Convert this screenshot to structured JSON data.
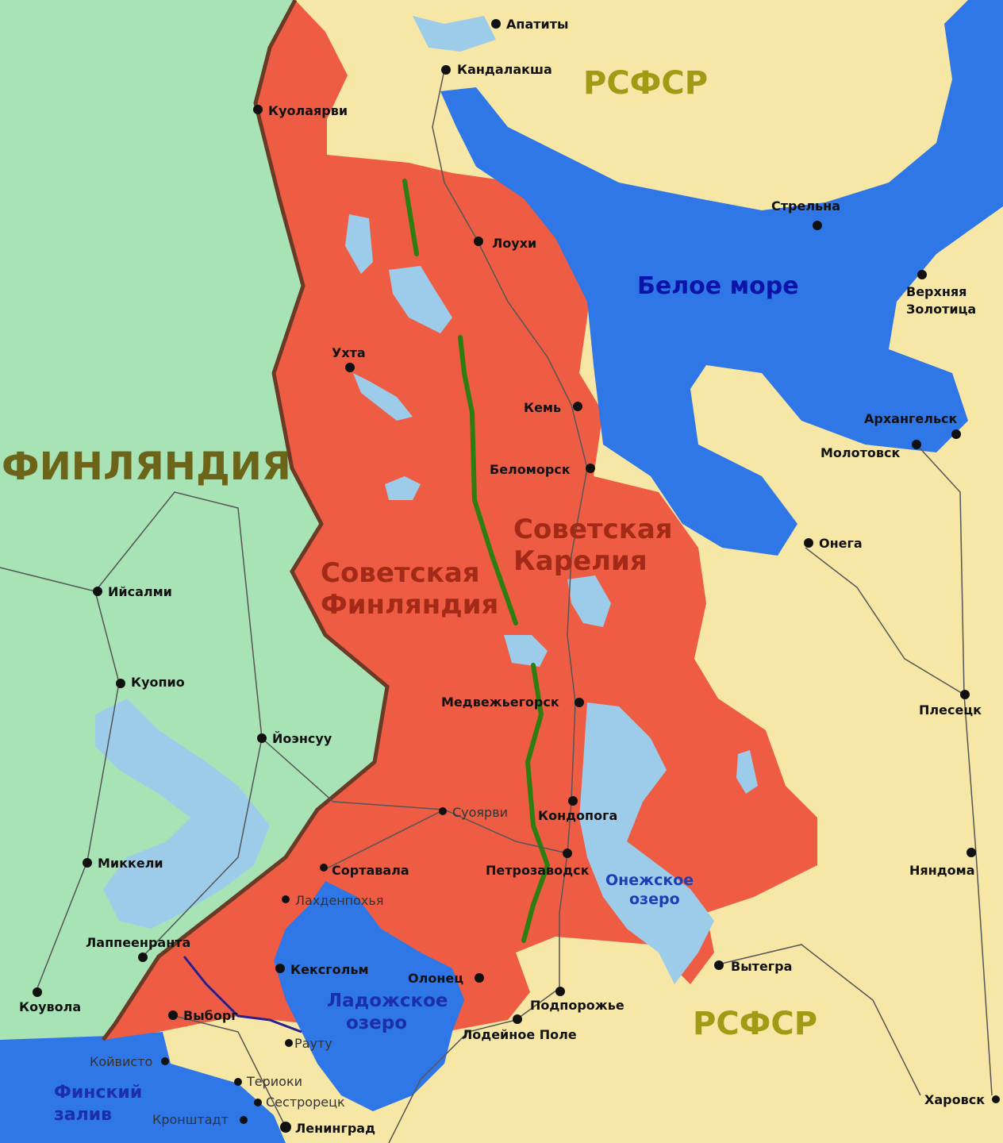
{
  "colors": {
    "land_rsfsr": "#f6e7a7",
    "land_finland": "#a8e3b6",
    "land_soviet_finland": "#ee5c43",
    "sea": "#2f76e6",
    "lake": "#9dccea",
    "border": "#6b3a26",
    "green_line": "#2e7d10",
    "blue_line": "#2a1f8e",
    "roads": "#555555"
  },
  "regions": {
    "rsfsr_north": "РСФСР",
    "rsfsr_south": "РСФСР",
    "finland": "ФИНЛЯНДИЯ",
    "soviet_finland": [
      "Советская",
      "Финляндия"
    ],
    "soviet_karelia": [
      "Советская",
      "Карелия"
    ]
  },
  "water": {
    "white_sea": "Белое море",
    "onega_lake": [
      "Онежское",
      "озеро"
    ],
    "ladoga_lake": [
      "Ладожское",
      "озеро"
    ],
    "gulf_of_finland": [
      "Финский",
      "залив"
    ]
  },
  "cities": {
    "apatity": "Апатиты",
    "kandalaksha": "Кандалакша",
    "kuolajarvi": "Куолаярви",
    "strelna": "Стрельна",
    "louhi": "Лоухи",
    "verkhnyaya_zolotitsa": [
      "Верхняя",
      "Золотица"
    ],
    "ukhta": "Ухта",
    "kem": "Кемь",
    "arkhangelsk": "Архангельск",
    "molotovsk": "Молотовск",
    "belomorsk": "Беломорск",
    "onega": "Онега",
    "iisalmi": "Ийсалми",
    "kuopio": "Куопио",
    "medvezhyegorsk": "Медвежьегорск",
    "plesetsk": "Плесецк",
    "joensuu": "Йоэнсуу",
    "suojarvi": "Суоярви",
    "kondopoga": "Кондопога",
    "mikkeli": "Миккели",
    "sortavala": "Сортавала",
    "petrozavodsk": "Петрозаводск",
    "nyandoma": "Няндома",
    "lakhdenpokhya": "Лахденпохья",
    "lappeenranta": "Лаппеенранта",
    "keksgolm": "Кексгольм",
    "olonets": "Олонец",
    "vytegra": "Вытегра",
    "kouvola": "Коувола",
    "vyborg": "Выборг",
    "podporozhye": "Подпорожье",
    "rautu": "Рауту",
    "lodeynoye_pole": "Лодейное Поле",
    "koivisto": "Койвисто",
    "terijoki": "Териоки",
    "sestroretsk": "Сестрорецк",
    "kharovsk": "Харовск",
    "kronshtadt": "Кронштадт",
    "leningrad": "Ленинград"
  }
}
